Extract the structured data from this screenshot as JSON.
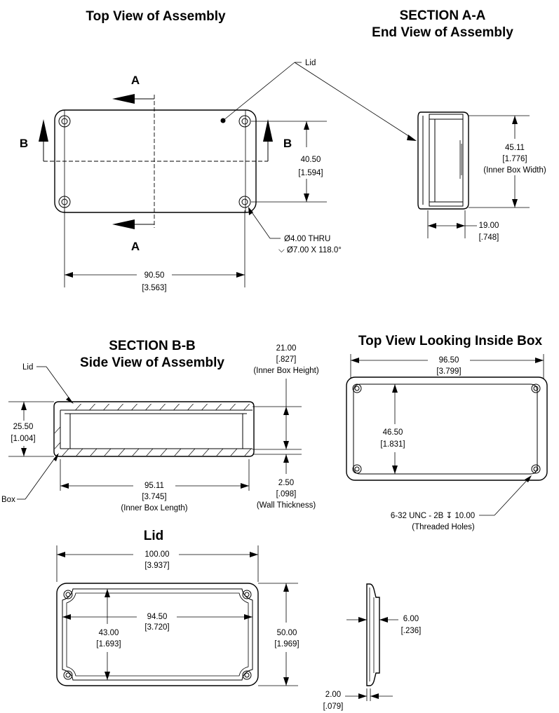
{
  "titles": {
    "top_view": "Top View of Assembly",
    "section_aa_line1": "SECTION A-A",
    "section_aa_line2": "End View of Assembly",
    "section_bb_line1": "SECTION B-B",
    "section_bb_line2": "Side View of Assembly",
    "inside_box": "Top View Looking Inside Box",
    "lid": "Lid"
  },
  "section_markers": {
    "a_top": "A",
    "a_bottom": "A",
    "b_left": "B",
    "b_right": "B"
  },
  "callouts": {
    "lid_top": "Lid",
    "lid_side": "Lid",
    "box_side": "Box",
    "hole_line1": "Ø4.00 THRU",
    "hole_line2": "⌵ Ø7.00 X 118.0°",
    "thread_line1": "6-32 UNC - 2B ↧ 10.00",
    "thread_line2": "(Threaded Holes)"
  },
  "dimensions": {
    "top_height_mm": "40.50",
    "top_height_in": "[1.594]",
    "top_width_mm": "90.50",
    "top_width_in": "[3.563]",
    "end_width_mm": "45.11",
    "end_width_in": "[1.776]",
    "end_width_note": "(Inner Box Width)",
    "end_depth_mm": "19.00",
    "end_depth_in": "[.748]",
    "inner_height_mm": "21.00",
    "inner_height_in": "[.827]",
    "inner_height_note": "(Inner Box Height)",
    "side_height_mm": "25.50",
    "side_height_in": "[1.004]",
    "inner_length_mm": "95.11",
    "inner_length_in": "[3.745]",
    "inner_length_note": "(Inner Box Length)",
    "wall_mm": "2.50",
    "wall_in": "[.098]",
    "wall_note": "(Wall Thickness)",
    "inside_width_mm": "96.50",
    "inside_width_in": "[3.799]",
    "inside_height_mm": "46.50",
    "inside_height_in": "[1.831]",
    "lid_width_mm": "100.00",
    "lid_width_in": "[3.937]",
    "lid_inner_width_mm": "94.50",
    "lid_inner_width_in": "[3.720]",
    "lid_inner_height_mm": "43.00",
    "lid_inner_height_in": "[1.693]",
    "lid_height_mm": "50.00",
    "lid_height_in": "[1.969]",
    "lid_lip_mm": "6.00",
    "lid_lip_in": "[.236]",
    "lid_thick_mm": "2.00",
    "lid_thick_in": "[.079]"
  }
}
